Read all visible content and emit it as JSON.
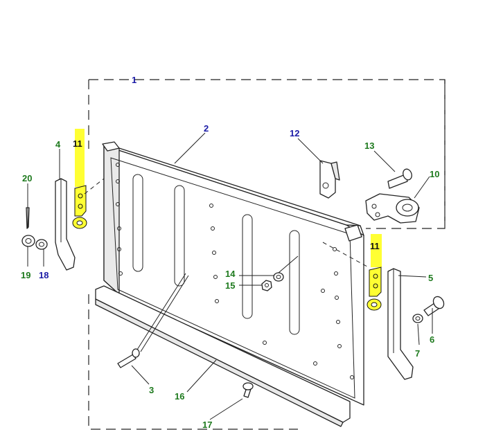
{
  "colors": {
    "callout_blue": "#1a1aa6",
    "callout_green": "#1e7a1e",
    "highlight": "#ffff33",
    "line": "#222222"
  },
  "callouts": {
    "c1": "1",
    "c2": "2",
    "c3": "3",
    "c4": "4",
    "c5": "5",
    "c6": "6",
    "c7": "7",
    "c10": "10",
    "c11a": "11",
    "c11b": "11",
    "c12": "12",
    "c13": "13",
    "c14": "14",
    "c15": "15",
    "c16": "16",
    "c17": "17",
    "c18": "18",
    "c19": "19",
    "c20": "20"
  }
}
